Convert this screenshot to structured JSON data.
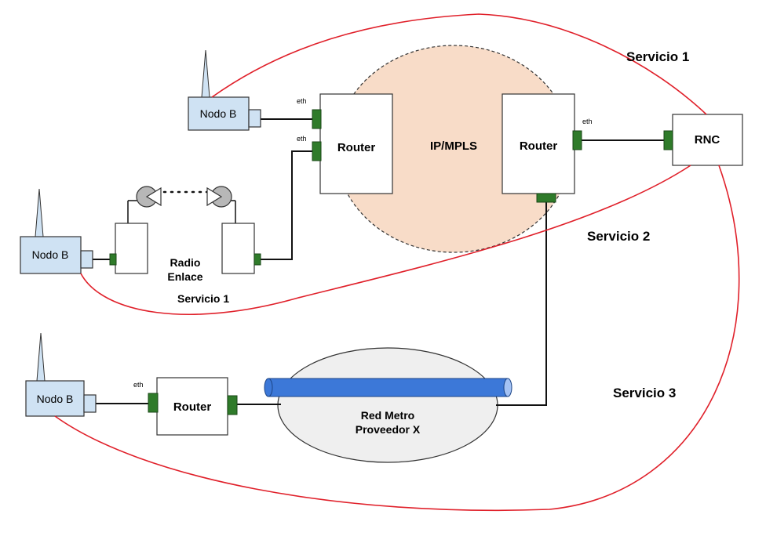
{
  "colors": {
    "red_path": "#e0202a",
    "mpls_cloud": "#f8dcc8",
    "node_b_fill": "#cfe2f3",
    "port": "#2f7b2a",
    "metro_cloud": "#efefef",
    "metro_pipe": "#3c78d8"
  },
  "labels": {
    "servicio_1_top": "Servicio 1",
    "servicio_1_bottom": "Servicio 1",
    "servicio_2": "Servicio 2",
    "servicio_3": "Servicio 3",
    "ip_mpls": "IP/MPLS",
    "router_left": "Router",
    "router_right": "Router",
    "router_bottom": "Router",
    "rnc": "RNC",
    "nodo_b_1": "Nodo B",
    "nodo_b_2": "Nodo B",
    "nodo_b_3": "Nodo B",
    "radio": "Radio",
    "enlace": "Enlace",
    "red_metro": "Red Metro",
    "proveedor": "Proveedor X",
    "eth_1": "eth",
    "eth_2": "eth",
    "eth_3": "eth",
    "eth_4": "eth"
  }
}
